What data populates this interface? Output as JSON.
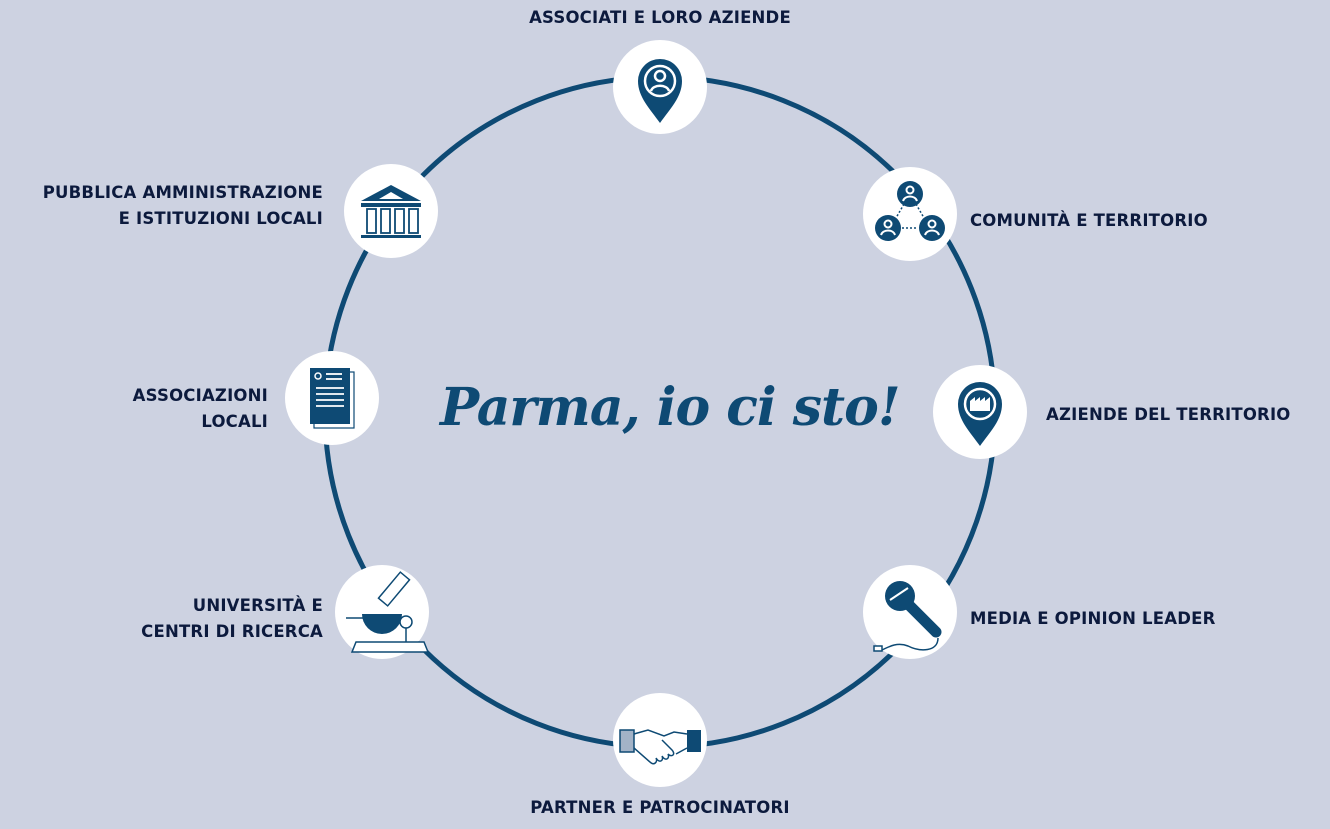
{
  "slogan": "Parma, io ci sto!",
  "colors": {
    "background": "#cdd2e1",
    "ring": "#0e4a74",
    "icon": "#0e4a74",
    "node": "#ffffff",
    "label": "#0c1a3d"
  },
  "nodes": [
    {
      "id": "associati",
      "icon": "user-pin-icon",
      "lines": [
        "ASSOCIATI E LORO AZIENDE"
      ]
    },
    {
      "id": "comunita",
      "icon": "community-icon",
      "lines": [
        "COMUNITÀ E TERRITORIO"
      ]
    },
    {
      "id": "aziende",
      "icon": "factory-pin-icon",
      "lines": [
        "AZIENDE DEL TERRITORIO"
      ]
    },
    {
      "id": "media",
      "icon": "microphone-icon",
      "lines": [
        "MEDIA E OPINION LEADER"
      ]
    },
    {
      "id": "partner",
      "icon": "handshake-icon",
      "lines": [
        "PARTNER E PATROCINATORI"
      ]
    },
    {
      "id": "universita",
      "icon": "microscope-icon",
      "lines": [
        "UNIVERSITÀ E",
        "CENTRI DI RICERCA"
      ]
    },
    {
      "id": "associazioni",
      "icon": "document-icon",
      "lines": [
        "ASSOCIAZIONI",
        "LOCALI"
      ]
    },
    {
      "id": "pa",
      "icon": "institution-icon",
      "lines": [
        "PUBBLICA AMMINISTRAZIONE",
        "E ISTITUZIONI LOCALI"
      ]
    }
  ]
}
